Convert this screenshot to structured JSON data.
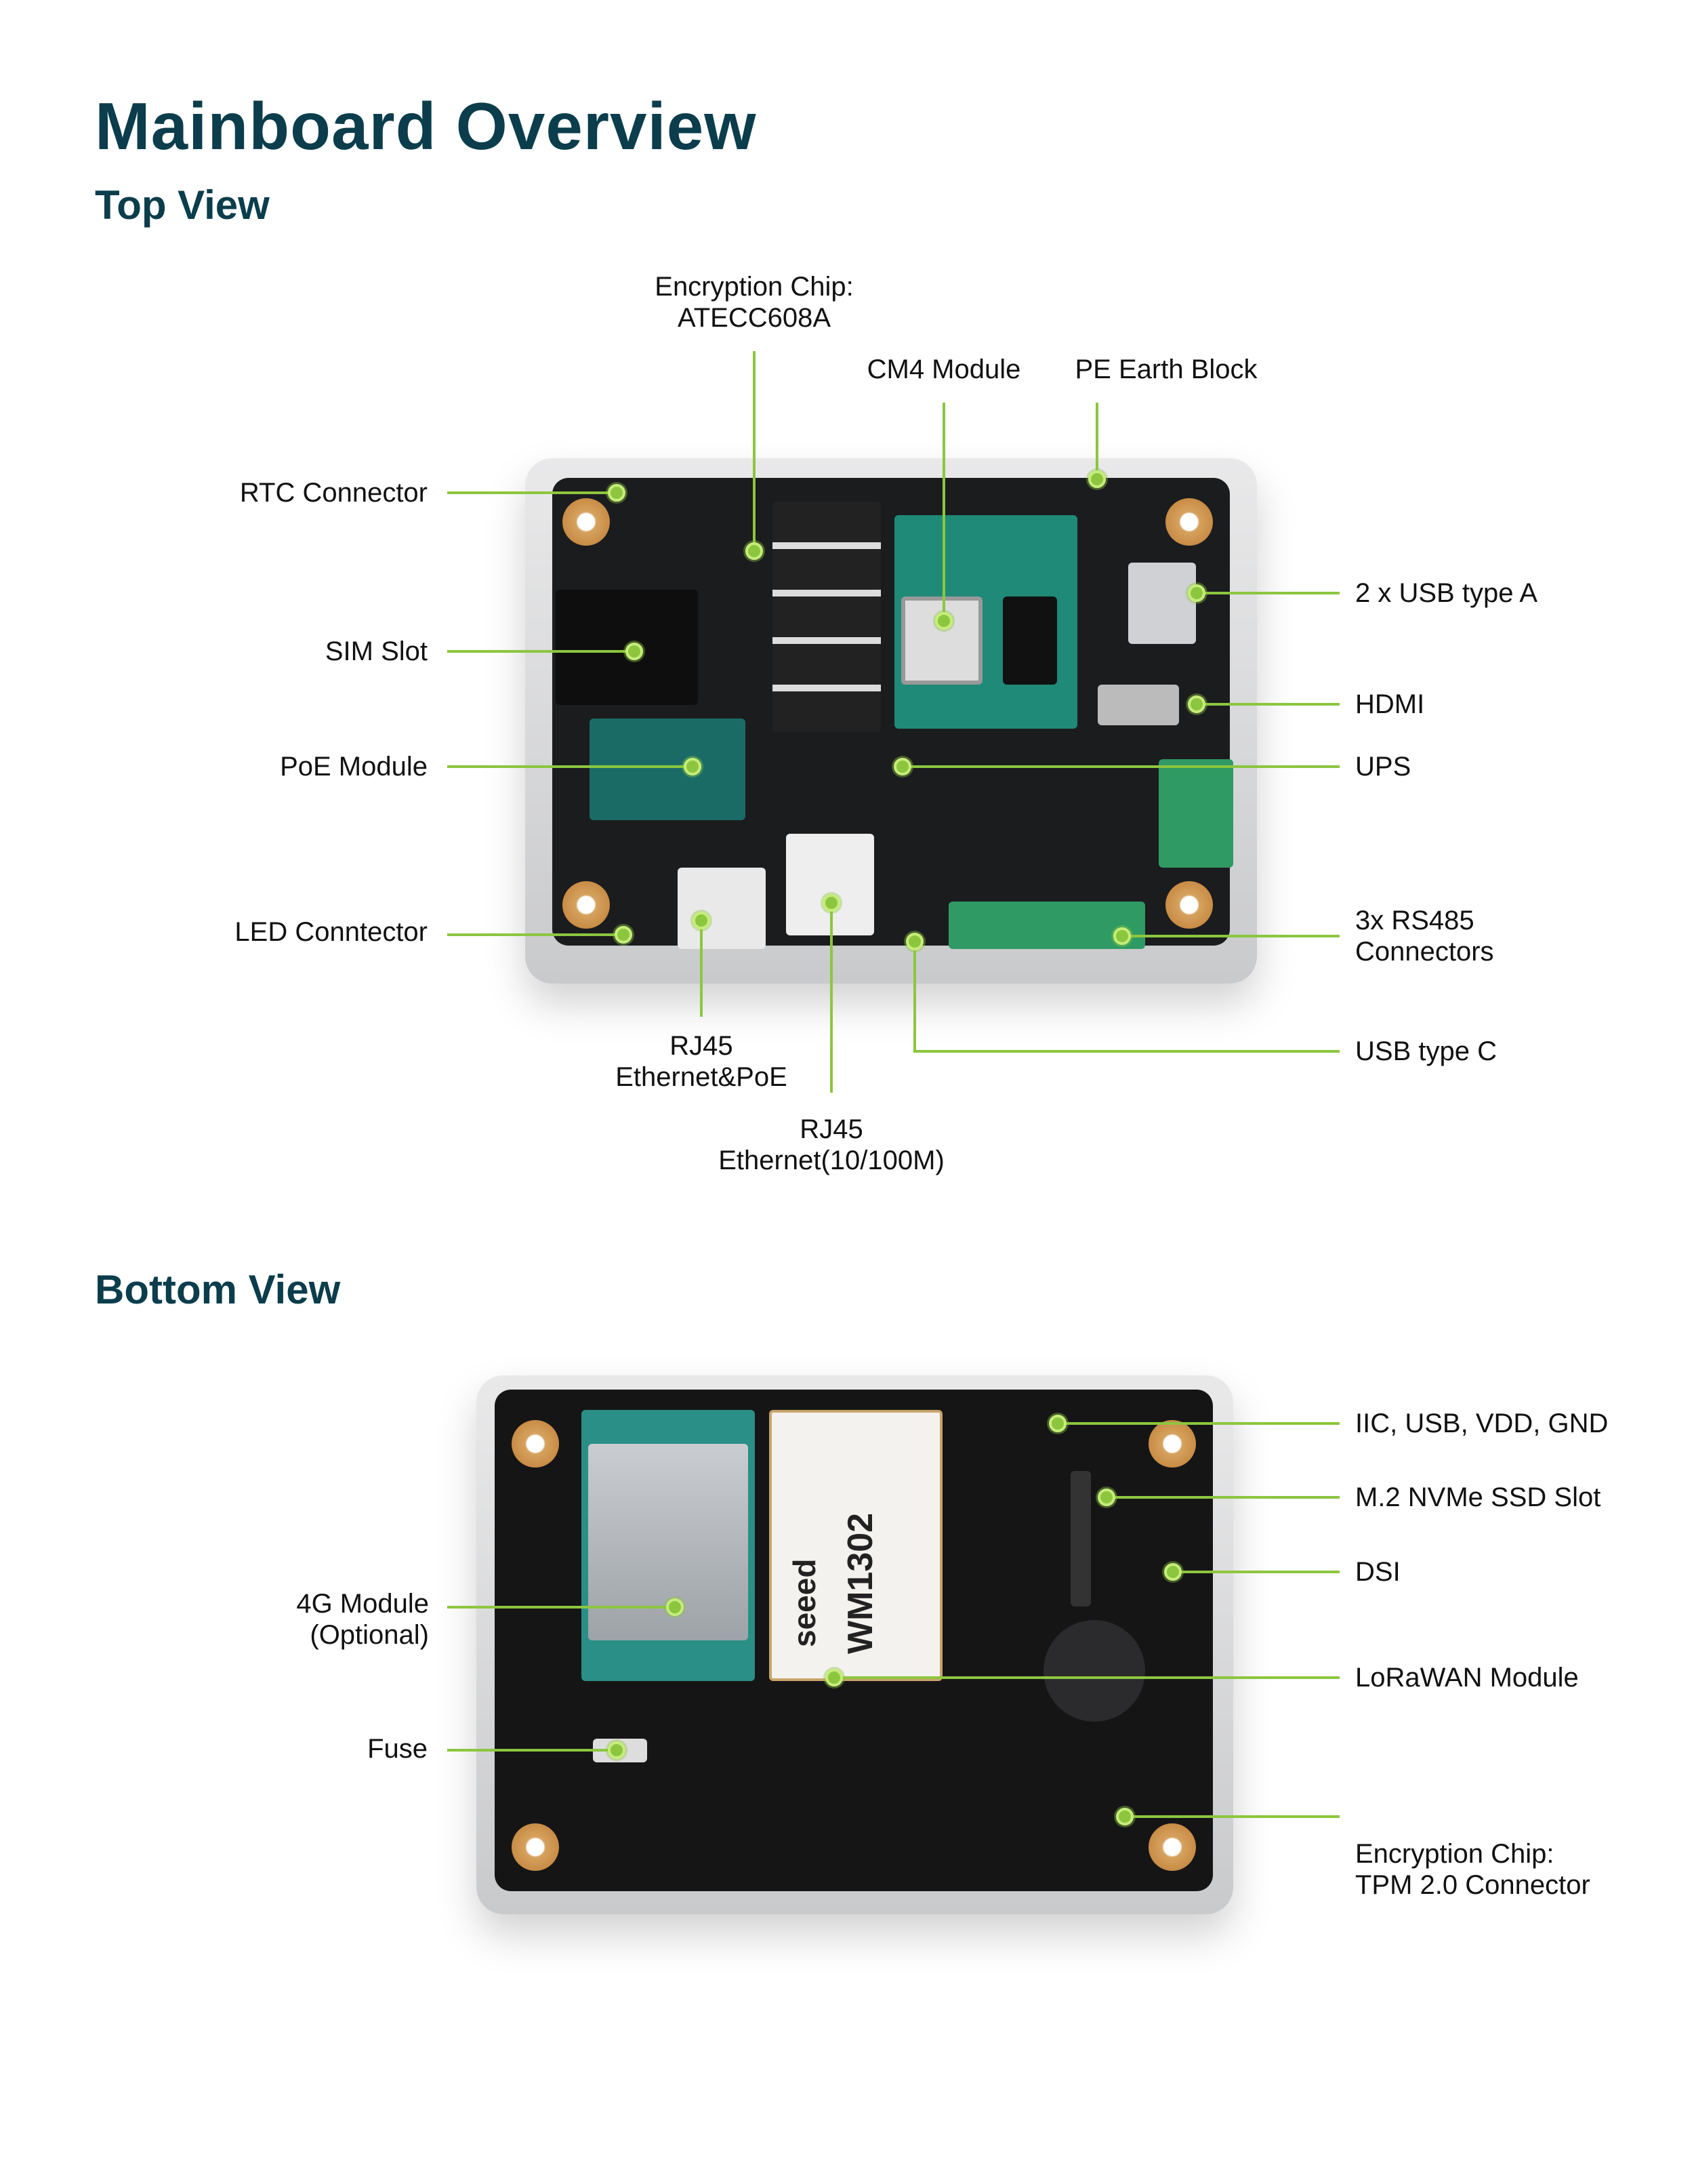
{
  "title": "Mainboard Overview",
  "top_view": {
    "heading": "Top View",
    "labels": {
      "encryption_chip": [
        "Encryption Chip:",
        "ATECC608A"
      ],
      "cm4_module": "CM4 Module",
      "pe_earth_block": "PE Earth Block",
      "rtc_connector": "RTC Connector",
      "sim_slot": "SIM Slot",
      "poe_module": "PoE Module",
      "led_connector": "LED Conntector",
      "rj45_poe": [
        "RJ45",
        "Ethernet&PoE"
      ],
      "rj45_eth": [
        "RJ45",
        "Ethernet(10/100M)"
      ],
      "usb_type_a": "2 x USB type A",
      "hdmi": "HDMI",
      "ups": "UPS",
      "rs485": [
        "3x RS485",
        "Connectors"
      ],
      "usb_type_c": "USB type C"
    }
  },
  "bottom_view": {
    "heading": "Bottom View",
    "labels": {
      "iic": "IIC, USB, VDD, GND",
      "m2_ssd": "M.2 NVMe SSD Slot",
      "dsi": "DSI",
      "lorawan": "LoRaWAN Module",
      "tpm": [
        "Encryption Chip:",
        "TPM 2.0 Connector"
      ],
      "module_4g": [
        "4G Module",
        "(Optional)"
      ],
      "fuse": "Fuse"
    },
    "module_text": {
      "lorawan_model": "WM1302",
      "brand": "seeed"
    }
  },
  "colors": {
    "heading": "#0b3d4c",
    "callout": "#8cc63f"
  }
}
